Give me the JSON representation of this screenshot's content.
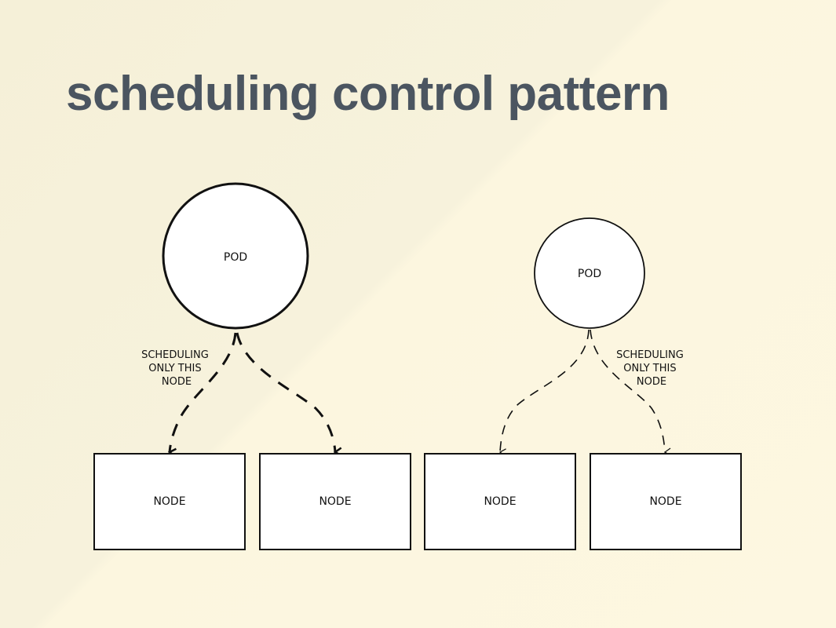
{
  "slide": {
    "title": "scheduling control pattern"
  },
  "diagrams": [
    {
      "pod_label": "POD",
      "note_lines": [
        "SCHEDULING",
        "ONLY THIS",
        "NODE"
      ],
      "node_labels": [
        "NODE",
        "NODE"
      ]
    },
    {
      "pod_label": "POD",
      "note_lines": [
        "SCHEDULING",
        "ONLY THIS",
        "NODE"
      ],
      "node_labels": [
        "NODE",
        "NODE"
      ]
    }
  ],
  "colors": {
    "background": "#fbf5dd",
    "title": "#4b5560",
    "stroke": "#111111",
    "fill": "#ffffff"
  }
}
